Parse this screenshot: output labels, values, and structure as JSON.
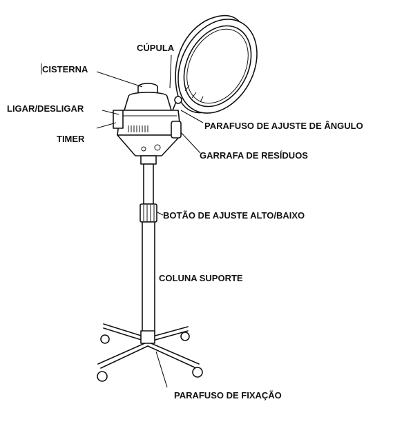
{
  "diagram": {
    "labels": {
      "cupula": "CÚPULA",
      "cisterna": "CISTERNA",
      "ligar_desligar": "LIGAR/DESLIGAR",
      "timer": "TIMER",
      "parafuso_ajuste_angulo": "PARAFUSO DE AJUSTE DE ÂNGULO",
      "garrafa_residuos": "GARRAFA DE RESÍDUOS",
      "botao_ajuste_alto_baixo": "BOTÃO DE AJUSTE ALTO/BAIXO",
      "coluna_suporte": "COLUNA SUPORTE",
      "parafuso_fixacao": "PARAFUSO DE FIXAÇÃO"
    },
    "line_color": "#111111",
    "background": "#ffffff"
  }
}
